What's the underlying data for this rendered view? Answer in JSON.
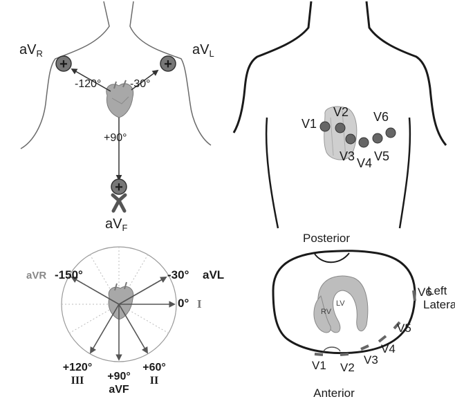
{
  "colors": {
    "stroke": "#1a1a1a",
    "arrow": "#555555",
    "body_outline": "#6a6a6a",
    "electrode": "#666666",
    "heart": "#9a9a9a",
    "ventricle": "#bdbdbd",
    "lead_dash": "#666666"
  },
  "limb_leads": {
    "avr": {
      "base": "aV",
      "sub": "R"
    },
    "avl": {
      "base": "aV",
      "sub": "L"
    },
    "avf": {
      "base": "aV",
      "sub": "F"
    },
    "angle_avr": "-120°",
    "angle_avl": "-30°",
    "angle_avf": "+90°",
    "electrode_symbol": "+"
  },
  "chest_leads": [
    "V1",
    "V2",
    "V3",
    "V4",
    "V5",
    "V6"
  ],
  "hexaxial": {
    "avr_label": "aVR",
    "avr_angle": "-150°",
    "avl_angle": "-30°",
    "avl_label": "aVL",
    "i_angle": "0°",
    "i_label": "I",
    "bottom": [
      {
        "angle": "+120°",
        "lead": "III"
      },
      {
        "angle": "+90°",
        "lead": "aVF"
      },
      {
        "angle": "+60°",
        "lead": "II"
      }
    ]
  },
  "cross_section": {
    "posterior": "Posterior",
    "anterior": "Anterior",
    "left_lateral_line1": "Left",
    "left_lateral_line2": "Lateral",
    "rv": "RV",
    "lv": "LV",
    "leads": [
      "V1",
      "V2",
      "V3",
      "V4",
      "V5",
      "V6"
    ]
  }
}
